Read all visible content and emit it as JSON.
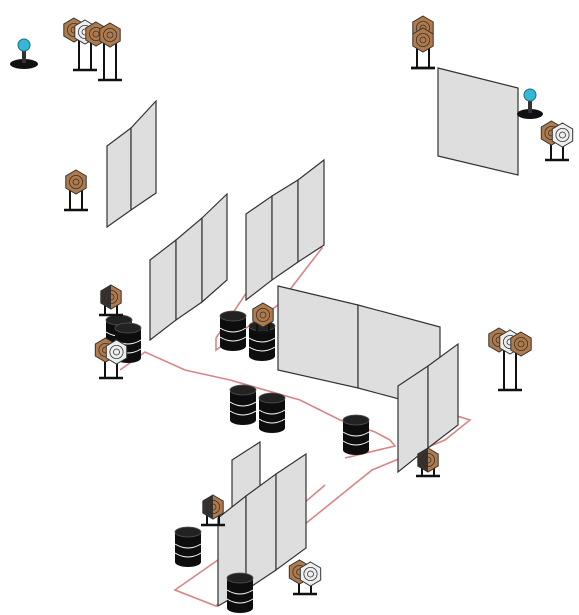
{
  "diagram": {
    "type": "isometric shooting stage layout",
    "colors": {
      "background": "#ffffff",
      "wall_fill": "#dedede",
      "wall_stroke": "#333333",
      "path_line": "#d98585",
      "barrel": "#0d0d0d",
      "target_brown": "#b07a4a",
      "target_white": "#eeeeee",
      "popper_cyan": "#34b8d6"
    },
    "counts": {
      "wall_panels": 15,
      "barrel_groups": 6,
      "barrels": 11,
      "target_stands": 12,
      "steel_poppers": 2
    },
    "icons": [
      "steel-popper-icon",
      "paper-target-icon",
      "no-shoot-target-icon",
      "barrel-icon",
      "wall-panel-icon",
      "stand-icon"
    ]
  }
}
